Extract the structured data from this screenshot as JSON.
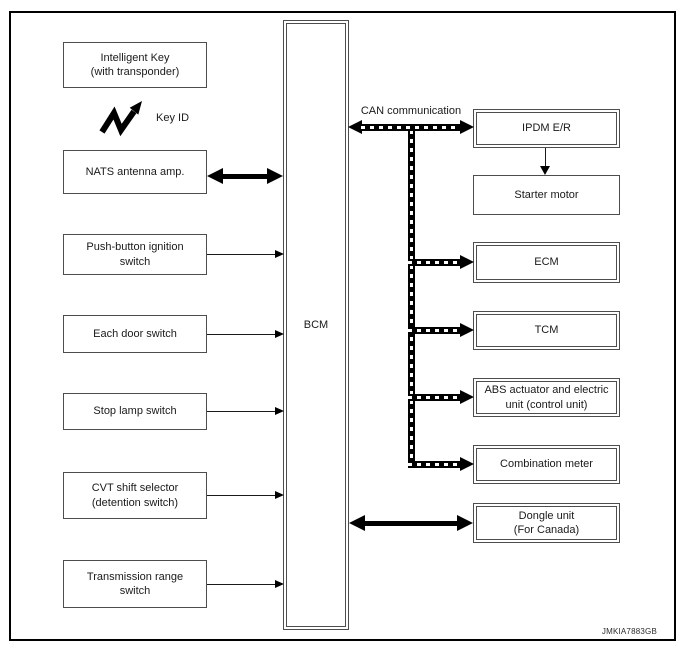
{
  "labels": {
    "can": "CAN communication",
    "key_id": "Key ID",
    "bcm": "BCM",
    "watermark": "JMKIA7883GB"
  },
  "left_boxes": [
    {
      "label": "Intelligent Key\n(with transponder)"
    },
    {
      "label": "NATS antenna amp."
    },
    {
      "label": "Push-button ignition\nswitch"
    },
    {
      "label": "Each door switch"
    },
    {
      "label": "Stop lamp switch"
    },
    {
      "label": "CVT shift selector\n(detention switch)"
    },
    {
      "label": "Transmission range\nswitch"
    }
  ],
  "right_boxes": [
    {
      "label": "IPDM E/R"
    },
    {
      "label": "Starter motor"
    },
    {
      "label": "ECM"
    },
    {
      "label": "TCM"
    },
    {
      "label": "ABS actuator and electric\nunit (control unit)"
    },
    {
      "label": "Combination meter"
    },
    {
      "label": "Dongle unit\n(For Canada)"
    }
  ],
  "colors": {
    "line": "#000000",
    "box_border": "#4d4d4d",
    "background": "#ffffff"
  }
}
